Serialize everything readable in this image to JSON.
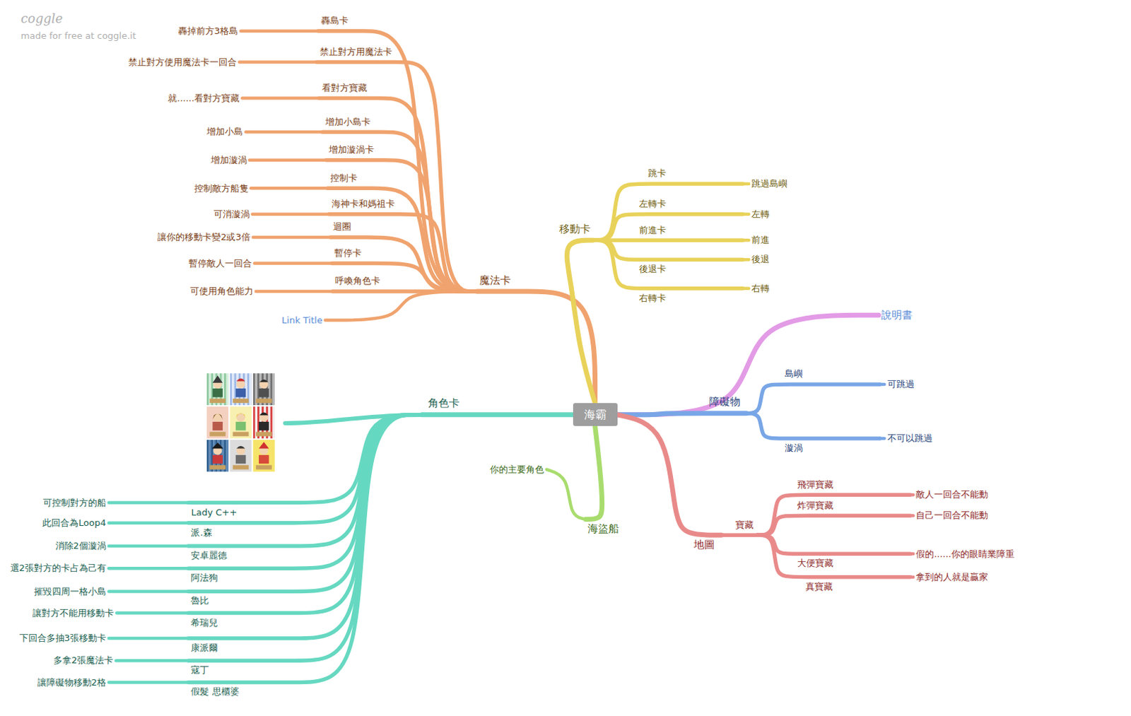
{
  "diagram": {
    "nodes": [
      {
        "text": [
          "海霸"
        ]
      },
      {
        "text": [
          "魔法卡"
        ]
      },
      {
        "text": [
          "轟島卡"
        ]
      },
      {
        "text": [
          "轟掉前方3格島"
        ]
      },
      {
        "text": [
          "禁止對方用魔法卡"
        ]
      },
      {
        "text": [
          "禁止對方使用魔法卡一回合"
        ]
      },
      {
        "text": [
          "看對方寶藏"
        ]
      },
      {
        "text": [
          "就......看對方寶藏"
        ]
      },
      {
        "text": [
          "增加小島卡"
        ]
      },
      {
        "text": [
          "增加小島"
        ]
      },
      {
        "text": [
          "增加漩渦卡"
        ]
      },
      {
        "text": [
          "增加漩渦"
        ]
      },
      {
        "text": [
          "控制卡"
        ]
      },
      {
        "text": [
          "控制敵方船隻"
        ]
      },
      {
        "text": [
          "海神卡和媽祖卡"
        ]
      },
      {
        "text": [
          "可消漩渦"
        ]
      },
      {
        "text": [
          "迴圈"
        ]
      },
      {
        "text": [
          "讓你的移動卡變2或3倍"
        ]
      },
      {
        "text": [
          "暫停卡"
        ]
      },
      {
        "text": [
          "暫停敵人一回合"
        ]
      },
      {
        "text": [
          "呼喚角色卡"
        ]
      },
      {
        "text": [
          "可使用角色能力"
        ]
      },
      {
        "text": [
          "Link Title"
        ]
      },
      {
        "text": [
          "移動卡"
        ]
      },
      {
        "text": [
          "跳卡"
        ]
      },
      {
        "text": [
          "跳過島嶼"
        ]
      },
      {
        "text": [
          "左轉卡"
        ]
      },
      {
        "text": [
          "左轉"
        ]
      },
      {
        "text": [
          "前進卡"
        ]
      },
      {
        "text": [
          "前進"
        ]
      },
      {
        "text": [
          "後退卡"
        ]
      },
      {
        "text": [
          "後退"
        ]
      },
      {
        "text": [
          "右轉卡"
        ]
      },
      {
        "text": [
          "右轉"
        ]
      },
      {
        "text": [
          "說明書"
        ]
      },
      {
        "text": [
          "障礙物"
        ]
      },
      {
        "text": [
          "島嶼"
        ]
      },
      {
        "text": [
          "可跳過"
        ]
      },
      {
        "text": [
          "漩渦"
        ]
      },
      {
        "text": [
          "不可以跳過"
        ]
      },
      {
        "text": [
          "地圖"
        ]
      },
      {
        "text": [
          "寶藏"
        ]
      },
      {
        "text": [
          "飛彈寶藏"
        ]
      },
      {
        "text": [
          "敵人一回合不能動"
        ]
      },
      {
        "text": [
          "炸彈寶藏"
        ]
      },
      {
        "text": [
          "自己一回合不能動"
        ]
      },
      {
        "text": [
          "大便寶藏"
        ]
      },
      {
        "text": [
          "假的......你的眼睛業障重"
        ]
      },
      {
        "text": [
          "真寶藏"
        ]
      },
      {
        "text": [
          "拿到的人就是贏家"
        ]
      },
      {
        "text": [
          "海盜船"
        ]
      },
      {
        "text": [
          "你的主要角色"
        ]
      },
      {
        "text": [
          "角色卡"
        ]
      },
      {
        "text": [
          "Lady C++"
        ]
      },
      {
        "text": [
          "可控制對方的船"
        ]
      },
      {
        "text": [
          "派.森"
        ]
      },
      {
        "text": [
          "此回合為Loop4"
        ]
      },
      {
        "text": [
          "安卓麗德"
        ]
      },
      {
        "text": [
          "消除2個漩渦"
        ]
      },
      {
        "text": [
          "阿法狗"
        ]
      },
      {
        "text": [
          "選2張對方的卡占為己有"
        ]
      },
      {
        "text": [
          "魯比"
        ]
      },
      {
        "text": [
          "摧毀四周一格小島"
        ]
      },
      {
        "text": [
          "希瑞兒"
        ]
      },
      {
        "text": [
          "讓對方不能用移動卡"
        ]
      },
      {
        "text": [
          "康派爾"
        ]
      },
      {
        "text": [
          "下回合多抽3張移動卡"
        ]
      },
      {
        "text": [
          "寇丁"
        ]
      },
      {
        "text": [
          "多拿2張魔法卡"
        ]
      },
      {
        "text": [
          "假髮 思櫃婆"
        ]
      },
      {
        "text": [
          "讓障礙物移動2格"
        ]
      }
    ],
    "edges": [
      {
        "from": 0,
        "to": 1,
        "arrow": "none"
      },
      {
        "from": 1,
        "to": 2,
        "arrow": "none"
      },
      {
        "from": 2,
        "to": 3,
        "arrow": "none"
      },
      {
        "from": 1,
        "to": 4,
        "arrow": "none"
      },
      {
        "from": 4,
        "to": 5,
        "arrow": "none"
      },
      {
        "from": 1,
        "to": 6,
        "arrow": "none"
      },
      {
        "from": 6,
        "to": 7,
        "arrow": "none"
      },
      {
        "from": 1,
        "to": 8,
        "arrow": "none"
      },
      {
        "from": 8,
        "to": 9,
        "arrow": "none"
      },
      {
        "from": 1,
        "to": 10,
        "arrow": "none"
      },
      {
        "from": 10,
        "to": 11,
        "arrow": "none"
      },
      {
        "from": 1,
        "to": 12,
        "arrow": "none"
      },
      {
        "from": 12,
        "to": 13,
        "arrow": "none"
      },
      {
        "from": 1,
        "to": 14,
        "arrow": "none"
      },
      {
        "from": 14,
        "to": 15,
        "arrow": "none"
      },
      {
        "from": 1,
        "to": 16,
        "arrow": "none"
      },
      {
        "from": 16,
        "to": 17,
        "arrow": "none"
      },
      {
        "from": 1,
        "to": 18,
        "arrow": "none"
      },
      {
        "from": 18,
        "to": 19,
        "arrow": "none"
      },
      {
        "from": 1,
        "to": 20,
        "arrow": "none"
      },
      {
        "from": 20,
        "to": 21,
        "arrow": "none"
      },
      {
        "from": 1,
        "to": 22,
        "arrow": "none"
      },
      {
        "from": 0,
        "to": 23,
        "arrow": "none"
      },
      {
        "from": 23,
        "to": 24,
        "arrow": "none"
      },
      {
        "from": 24,
        "to": 25,
        "arrow": "none"
      },
      {
        "from": 23,
        "to": 26,
        "arrow": "none"
      },
      {
        "from": 26,
        "to": 27,
        "arrow": "none"
      },
      {
        "from": 23,
        "to": 28,
        "arrow": "none"
      },
      {
        "from": 28,
        "to": 29,
        "arrow": "none"
      },
      {
        "from": 23,
        "to": 30,
        "arrow": "none"
      },
      {
        "from": 30,
        "to": 31,
        "arrow": "none"
      },
      {
        "from": 23,
        "to": 32,
        "arrow": "none"
      },
      {
        "from": 32,
        "to": 33,
        "arrow": "none"
      },
      {
        "from": 0,
        "to": 34,
        "arrow": "none"
      },
      {
        "from": 0,
        "to": 35,
        "arrow": "none"
      },
      {
        "from": 35,
        "to": 36,
        "arrow": "none"
      },
      {
        "from": 36,
        "to": 37,
        "arrow": "none"
      },
      {
        "from": 35,
        "to": 38,
        "arrow": "none"
      },
      {
        "from": 38,
        "to": 39,
        "arrow": "none"
      },
      {
        "from": 0,
        "to": 40,
        "arrow": "none"
      },
      {
        "from": 40,
        "to": 41,
        "arrow": "none"
      },
      {
        "from": 41,
        "to": 42,
        "arrow": "none"
      },
      {
        "from": 42,
        "to": 43,
        "arrow": "none"
      },
      {
        "from": 41,
        "to": 44,
        "arrow": "none"
      },
      {
        "from": 44,
        "to": 45,
        "arrow": "none"
      },
      {
        "from": 41,
        "to": 46,
        "arrow": "none"
      },
      {
        "from": 46,
        "to": 47,
        "arrow": "none"
      },
      {
        "from": 41,
        "to": 48,
        "arrow": "none"
      },
      {
        "from": 48,
        "to": 49,
        "arrow": "none"
      },
      {
        "from": 0,
        "to": 50,
        "arrow": "none"
      },
      {
        "from": 50,
        "to": 51,
        "arrow": "none"
      },
      {
        "from": 0,
        "to": 52,
        "arrow": "none"
      },
      {
        "from": 52,
        "to": 53,
        "arrow": "none"
      },
      {
        "from": 53,
        "to": 54,
        "arrow": "none"
      },
      {
        "from": 52,
        "to": 55,
        "arrow": "none"
      },
      {
        "from": 55,
        "to": 56,
        "arrow": "none"
      },
      {
        "from": 52,
        "to": 57,
        "arrow": "none"
      },
      {
        "from": 57,
        "to": 58,
        "arrow": "none"
      },
      {
        "from": 52,
        "to": 59,
        "arrow": "none"
      },
      {
        "from": 59,
        "to": 60,
        "arrow": "none"
      },
      {
        "from": 52,
        "to": 61,
        "arrow": "none"
      },
      {
        "from": 61,
        "to": 62,
        "arrow": "none"
      },
      {
        "from": 52,
        "to": 63,
        "arrow": "none"
      },
      {
        "from": 63,
        "to": 64,
        "arrow": "none"
      },
      {
        "from": 52,
        "to": 65,
        "arrow": "none"
      },
      {
        "from": 65,
        "to": 66,
        "arrow": "none"
      },
      {
        "from": 52,
        "to": 67,
        "arrow": "none"
      },
      {
        "from": 67,
        "to": 68,
        "arrow": "none"
      },
      {
        "from": 52,
        "to": 69,
        "arrow": "none"
      },
      {
        "from": 69,
        "to": 70,
        "arrow": "none"
      }
    ],
    "labels": [
      "coggle",
      "made for free at coggle.it"
    ]
  }
}
